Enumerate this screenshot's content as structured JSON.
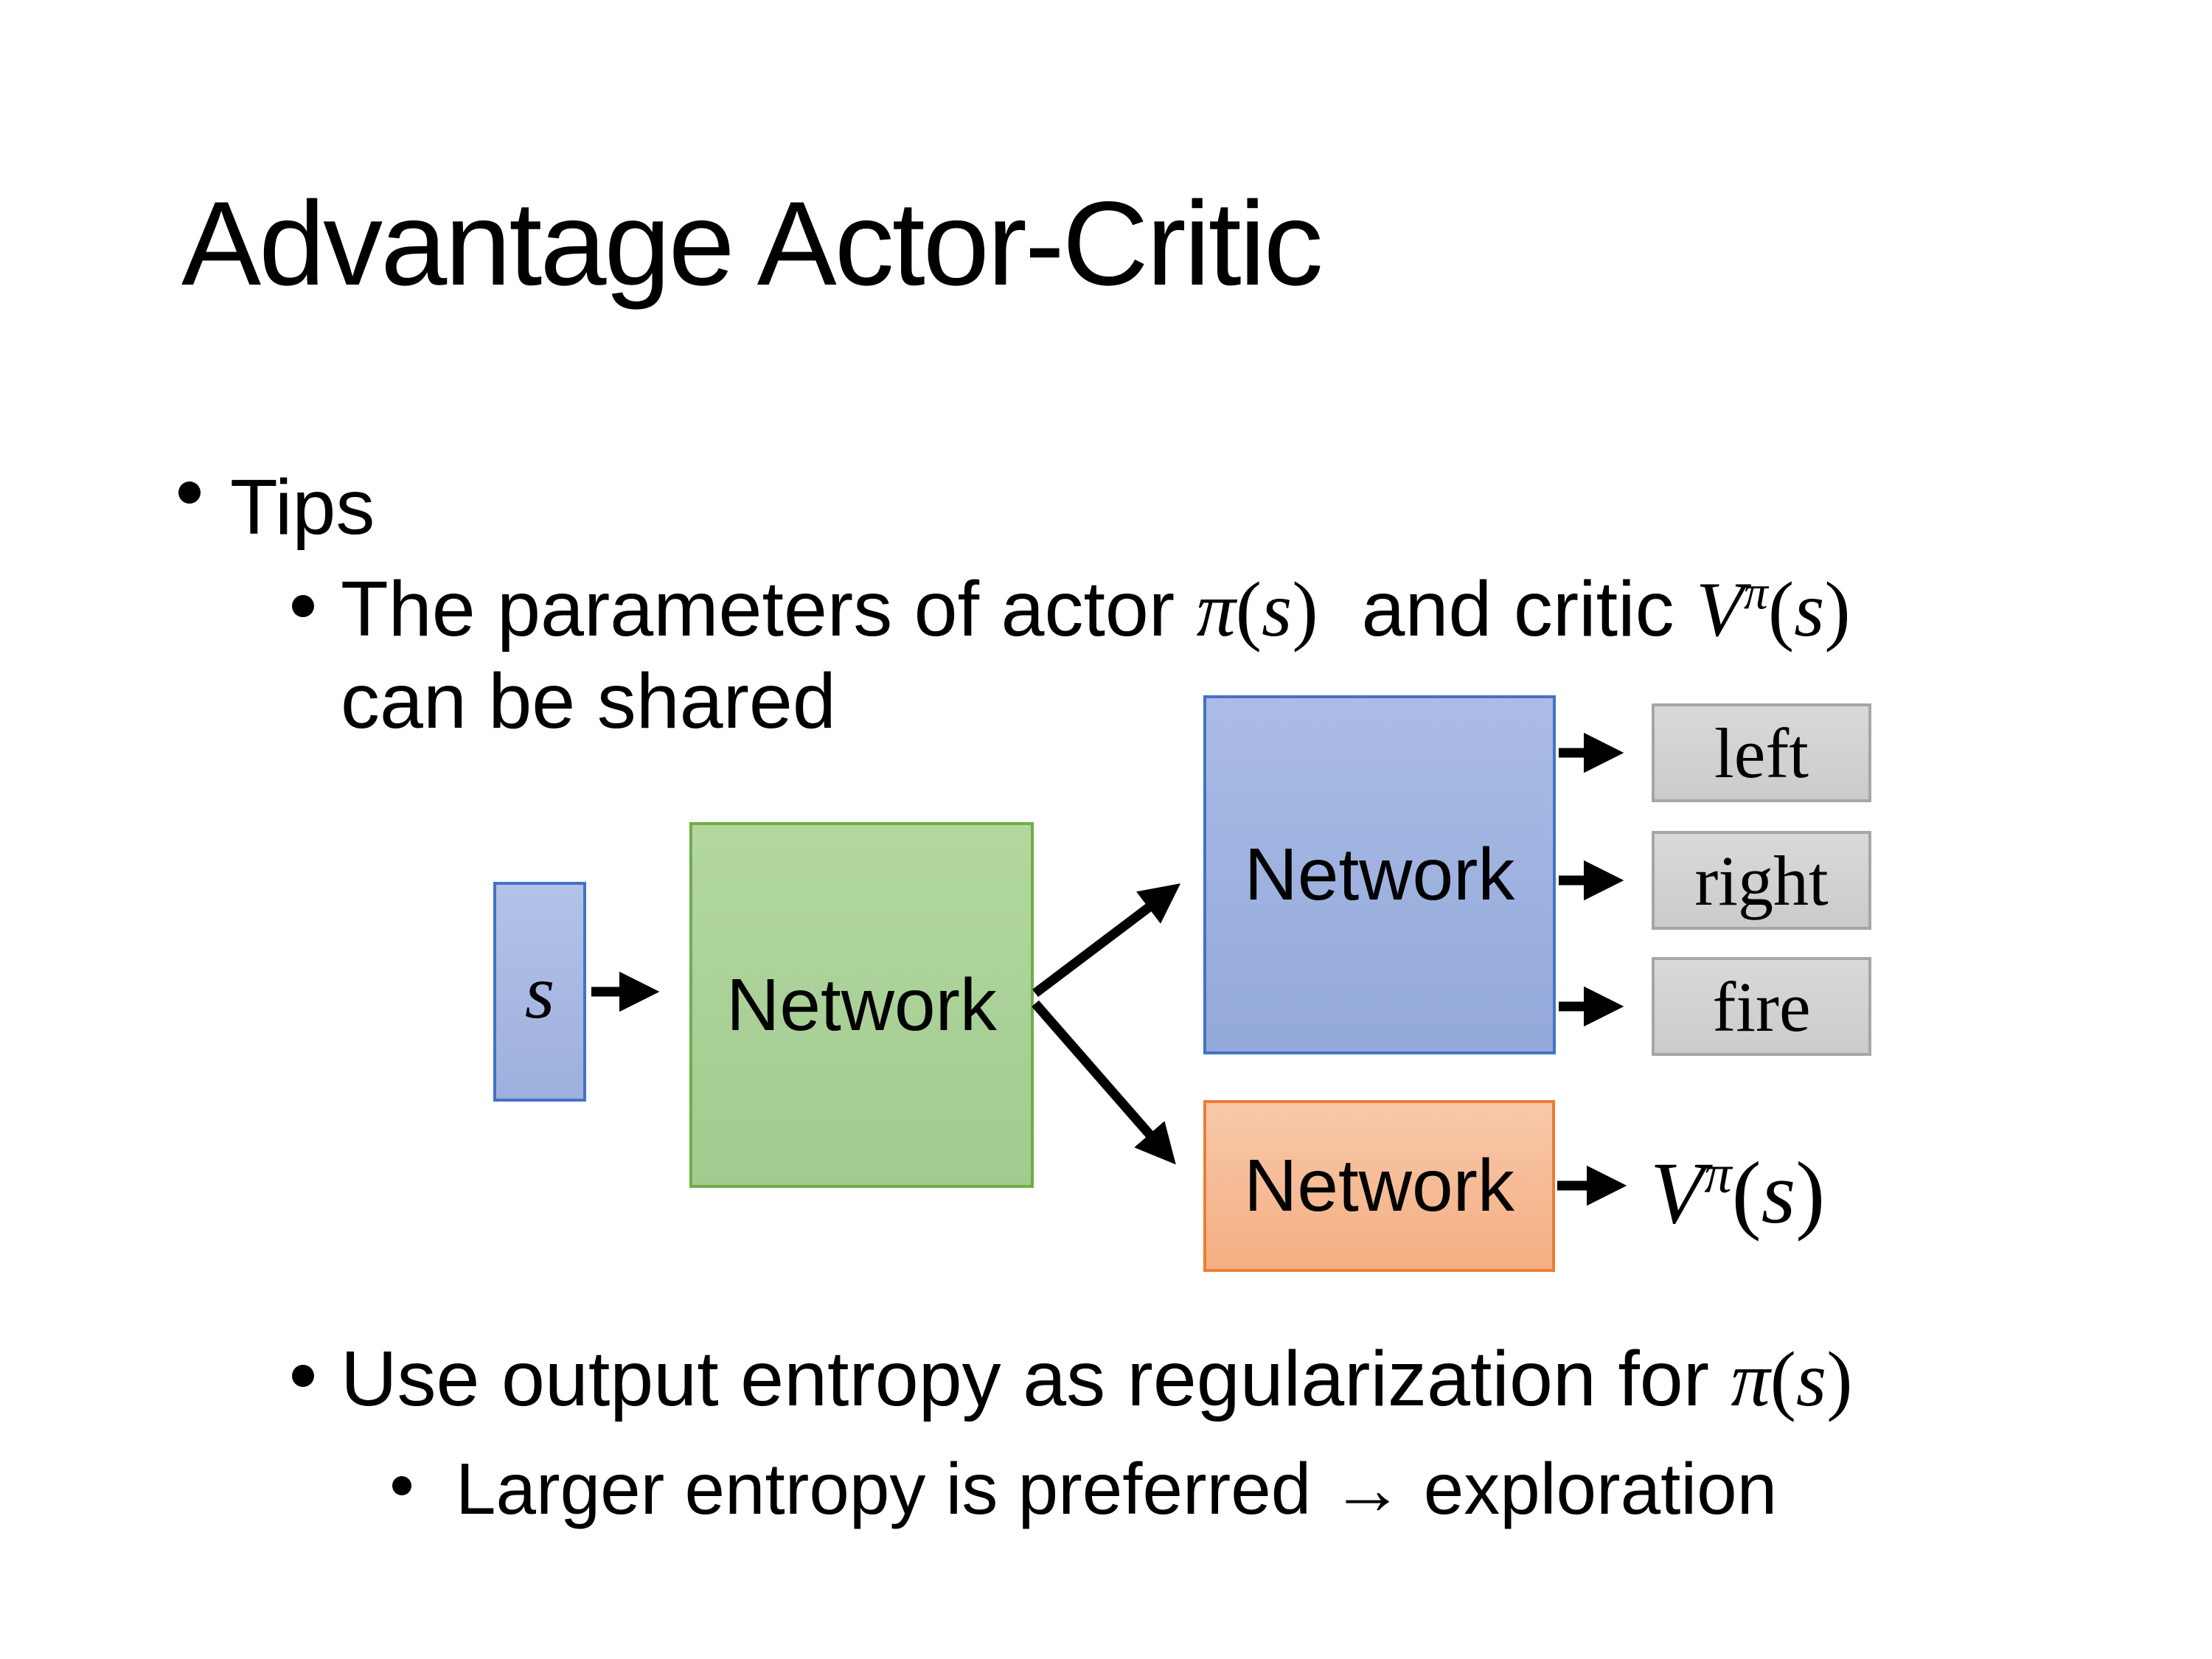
{
  "text": {
    "title": "Advantage Actor-Critic",
    "tips": "Tips",
    "b1_pre": "The parameters of actor ",
    "b1_mid": "  and critic ",
    "b1_line2": "can be shared",
    "b2_pre": "Use output entropy as regularization for ",
    "b3_pre": "Larger entropy is preferred ",
    "b3_arrow": "→",
    "b3_post": " exploration"
  },
  "math": {
    "pi": "π",
    "s": "s",
    "V": "V",
    "lparen": "(",
    "rparen": ")"
  },
  "diagram": {
    "input_label": "s",
    "shared_network_label": "Network",
    "actor_network_label": "Network",
    "critic_network_label": "Network",
    "action_outputs": [
      "left",
      "right",
      "fire"
    ],
    "value_output": {
      "V": "V",
      "sup": "π",
      "lparen": "(",
      "s": "s",
      "rparen": ")"
    }
  },
  "colors": {
    "background": "#FFFFFF",
    "text_color": "#000000",
    "state_box_fill": "#A7B9E3",
    "state_box_border": "#4472C4",
    "shared_network_fill": "#A9D18E",
    "shared_network_border": "#70AD47",
    "actor_network_fill": "#9FB3DF",
    "actor_network_border": "#4472C4",
    "critic_network_fill": "#F5B78E",
    "critic_network_border": "#ED7D31",
    "action_box_fill": "#D4D4D4",
    "action_box_border": "#A6A6A6",
    "arrow_color": "#000000"
  }
}
